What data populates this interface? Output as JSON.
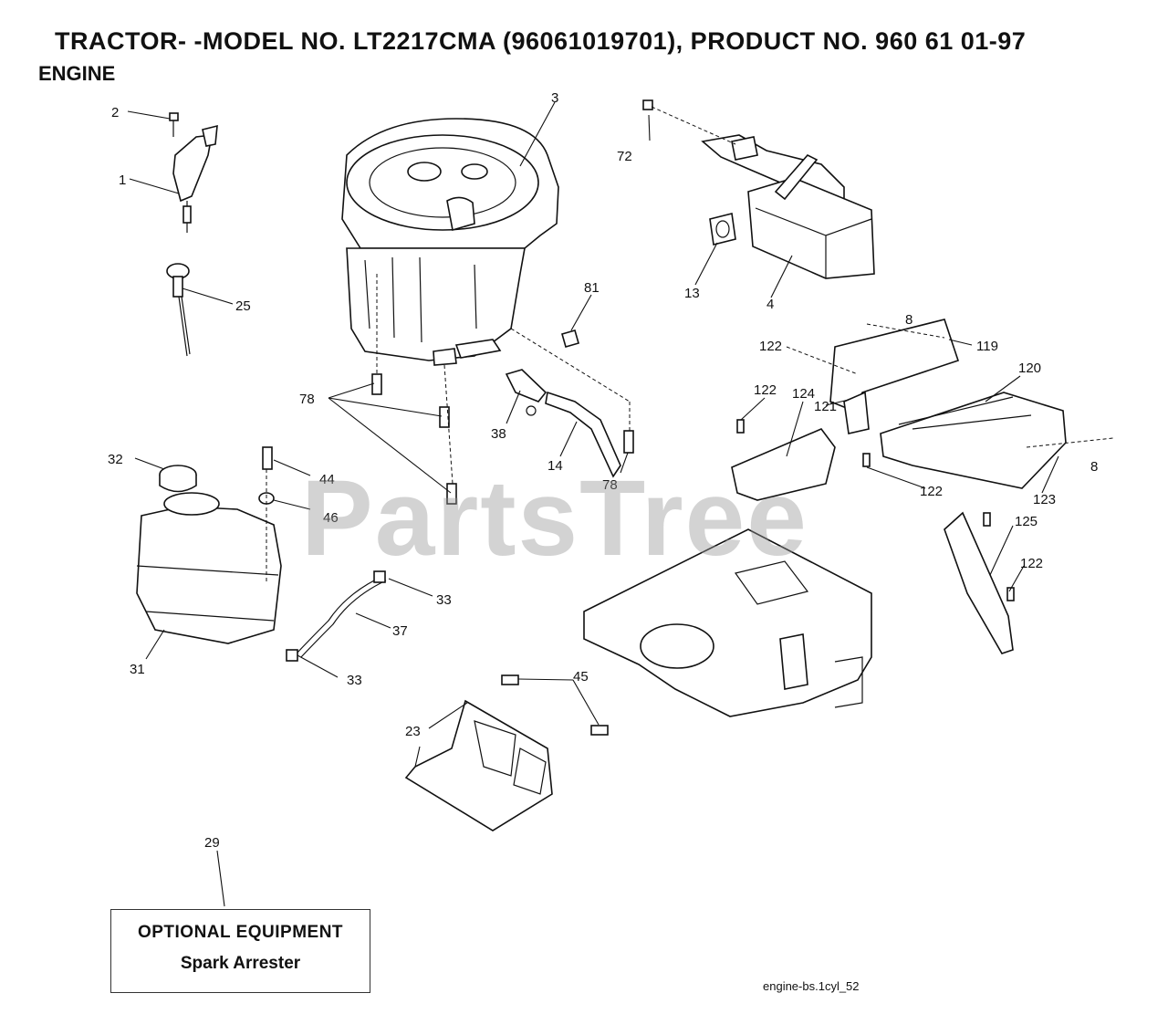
{
  "title": "TRACTOR- -MODEL NO. LT2217CMA (96061019701), PRODUCT NO. 960 61 01-97",
  "section": "ENGINE",
  "watermark": "PartsTree",
  "optional_box": {
    "heading": "OPTIONAL EQUIPMENT",
    "item": "Spark Arrester"
  },
  "file_ref": "engine-bs.1cyl_52",
  "callouts": [
    "2",
    "1",
    "25",
    "3",
    "72",
    "13",
    "4",
    "81",
    "8",
    "119",
    "122",
    "120",
    "122",
    "124",
    "121",
    "78",
    "38",
    "14",
    "78",
    "122",
    "123",
    "8",
    "32",
    "44",
    "46",
    "125",
    "122",
    "33",
    "37",
    "31",
    "33",
    "45",
    "23",
    "29"
  ]
}
